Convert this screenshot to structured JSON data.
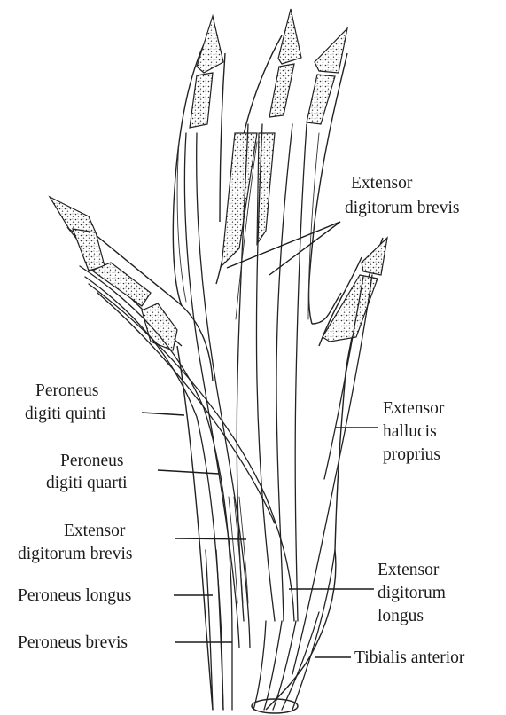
{
  "labels": {
    "edb_top_1": "Extensor",
    "edb_top_2": "digitorum brevis",
    "pdq_1": "Peroneus",
    "pdq_2": "digiti quinti",
    "pdquart_1": "Peroneus",
    "pdquart_2": "digiti quarti",
    "ehp_1": "Extensor",
    "ehp_2": "hallucis",
    "ehp_3": "proprius",
    "edb_low_1": "Extensor",
    "edb_low_2": "digitorum brevis",
    "edl_1": "Extensor",
    "edl_2": "digitorum",
    "edl_3": "longus",
    "peroneus_longus": "Peroneus longus",
    "peroneus_brevis": "Peroneus brevis",
    "tibialis_anterior": "Tibialis anterior"
  }
}
